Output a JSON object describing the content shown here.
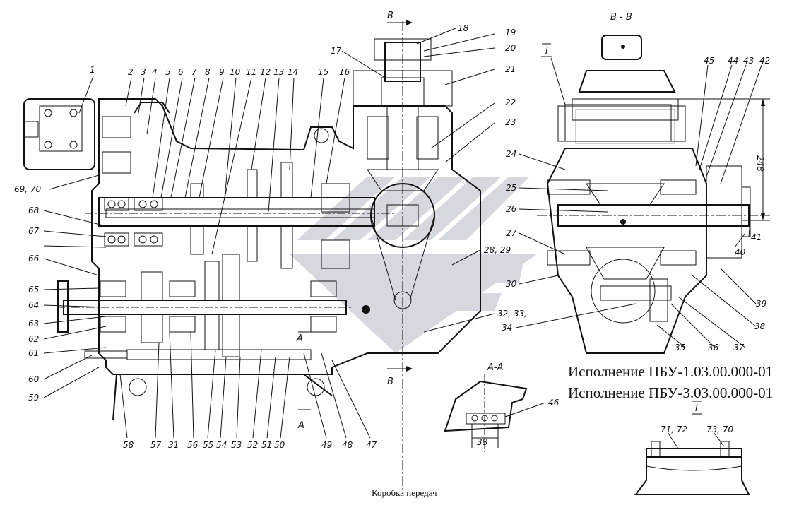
{
  "caption": "Коробка передач",
  "variants": [
    "Исполнение ПБУ-1.03.00.000-01",
    "Исполнение ПБУ-3.03.00.000-01"
  ],
  "section_labels": {
    "bb_top": "В",
    "bb_bottom": "В",
    "bb_view": "В - В",
    "aa_top": "А",
    "aa_bottom": "А",
    "aa_view": "А-А",
    "view_one_left": "I",
    "view_one_right": "I"
  },
  "dimensions": {
    "height_248": "248",
    "width_38": "38"
  },
  "callouts": {
    "n1": "1",
    "n2": "2",
    "n3": "3",
    "n4": "4",
    "n5": "5",
    "n6": "6",
    "n7": "7",
    "n8": "8",
    "n9": "9",
    "n10": "10",
    "n11": "11",
    "n12": "12",
    "n13": "13",
    "n14": "14",
    "n15": "15",
    "n16": "16",
    "n17": "17",
    "n18": "18",
    "n19": "19",
    "n20": "20",
    "n21": "21",
    "n22": "22",
    "n23": "23",
    "n24": "24",
    "n25": "25",
    "n26": "26",
    "n27": "27",
    "n28_29": "28, 29",
    "n30": "30",
    "n31": "31",
    "n32_33": "32, 33,",
    "n34": "34",
    "n35": "35",
    "n36": "36",
    "n37": "37",
    "n38": "38",
    "n39": "39",
    "n40": "40",
    "n41": "41",
    "n42": "42",
    "n43": "43",
    "n44": "44",
    "n45": "45",
    "n46": "46",
    "n47": "47",
    "n48": "48",
    "n49": "49",
    "n50": "50",
    "n51": "51",
    "n52": "52",
    "n53": "53",
    "n54": "54",
    "n55": "55",
    "n56": "56",
    "n57": "57",
    "n58": "58",
    "n59": "59",
    "n60": "60",
    "n61": "61",
    "n62": "62",
    "n63": "63",
    "n64": "64",
    "n65": "65",
    "n66": "66",
    "n67": "67",
    "n68": "68",
    "n69_70": "69, 70",
    "n71_72": "71, 72",
    "n73_70": "73, 70"
  },
  "colors": {
    "line": "#111111",
    "watermark": "#c9ccd6"
  }
}
